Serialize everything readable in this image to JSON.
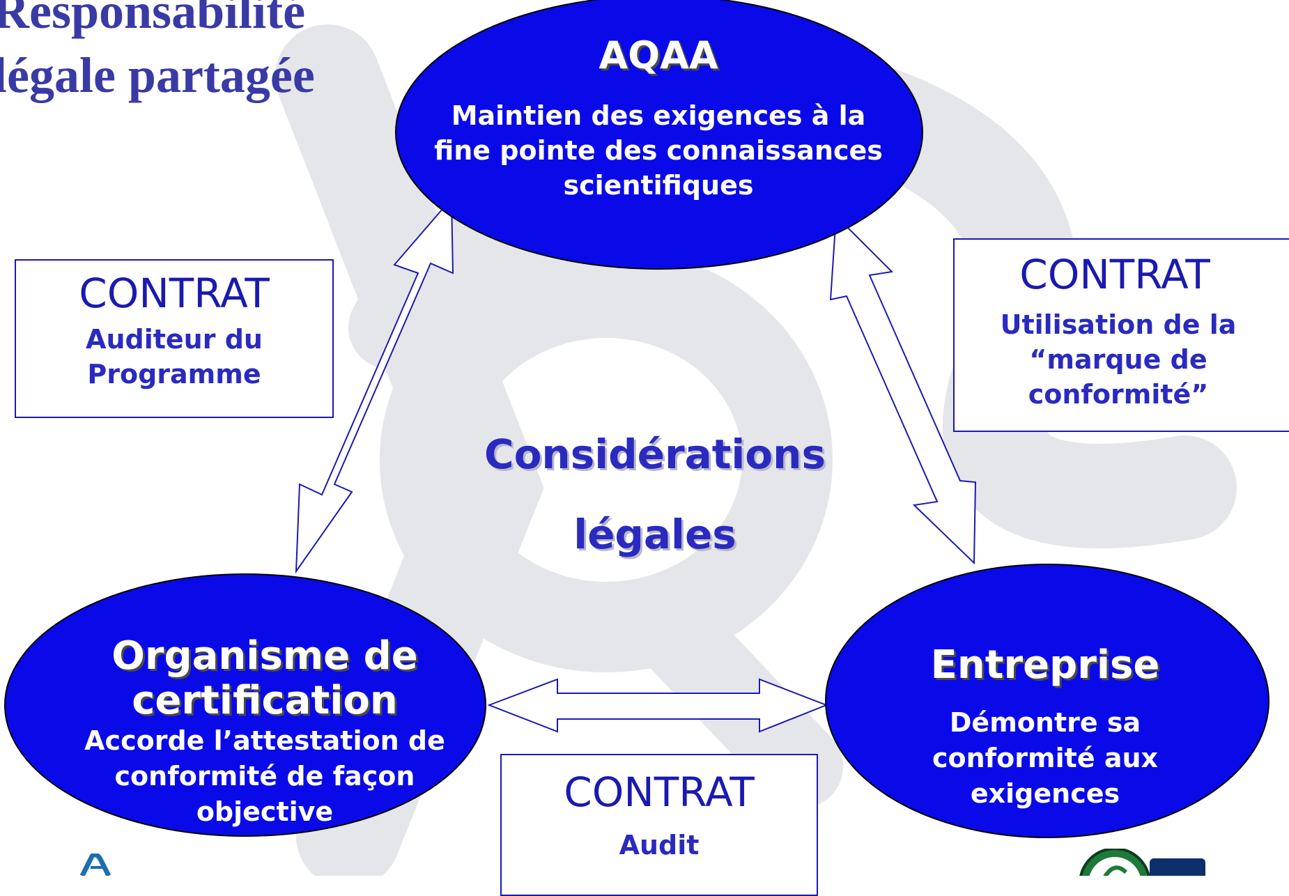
{
  "title": "Responsabilité légale partagée",
  "colors": {
    "ellipse_fill": "#0a0ae8",
    "text_blue": "#2a2ac0",
    "watermark": "#e4e6ea"
  },
  "aqaa": {
    "title": "AQAA",
    "desc": "Maintien des exigences à la fine pointe des connaissances scientifiques"
  },
  "organisme": {
    "title": "Organisme de certification",
    "desc": "Accorde l’attestation de conformité de façon objective"
  },
  "entreprise": {
    "title": "Entreprise",
    "desc": "Démontre sa conformité aux exigences"
  },
  "contracts": [
    {
      "title": "CONTRAT",
      "sub": "Auditeur du Programme"
    },
    {
      "title": "CONTRAT",
      "sub": "Utilisation de la “marque de conformité”"
    },
    {
      "title": "CONTRAT",
      "sub": "Audit"
    }
  ],
  "center": {
    "line1": "Considérations",
    "line2": "légales"
  }
}
